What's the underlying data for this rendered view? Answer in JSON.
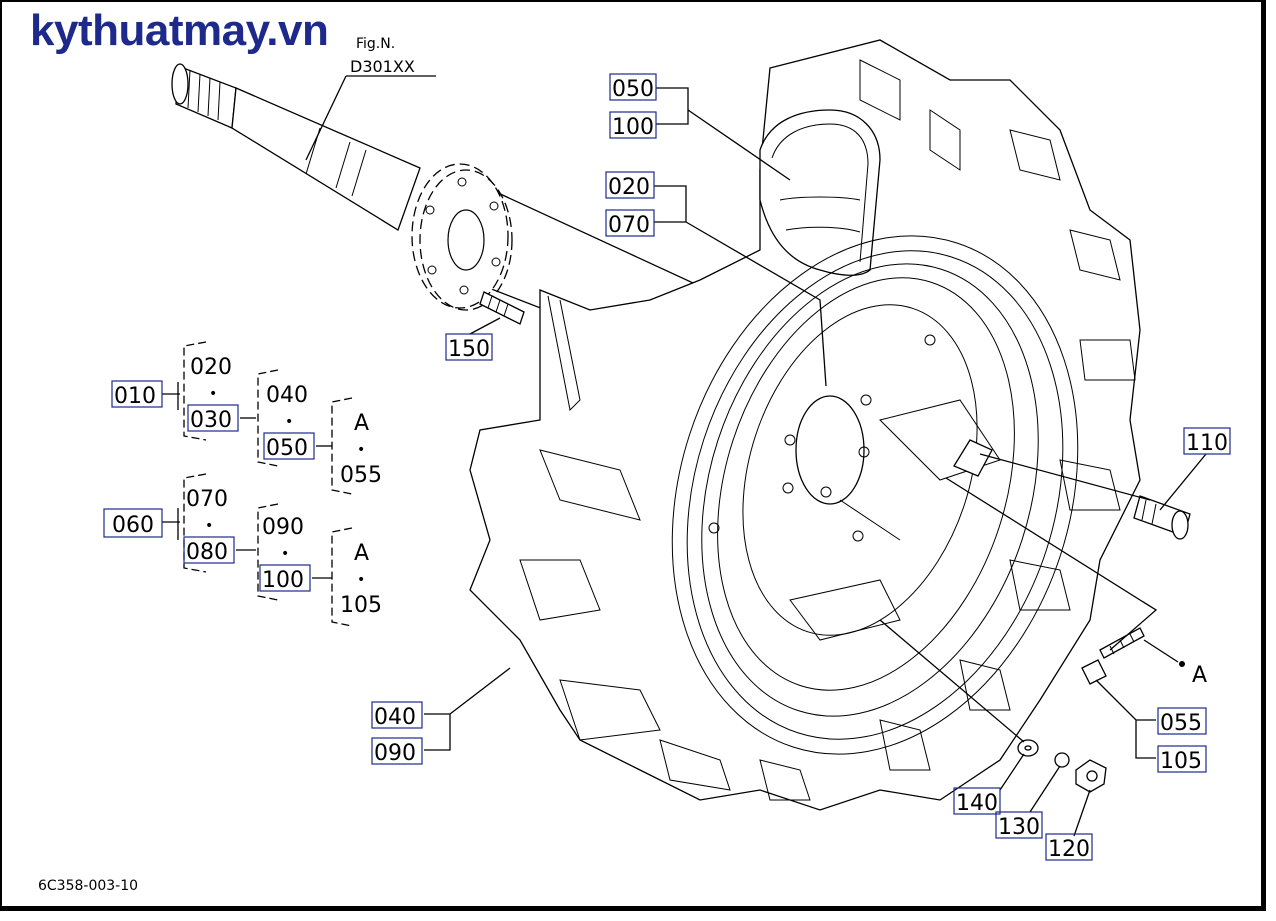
{
  "brand": "kythuatmay.vn",
  "fig_ref": {
    "line1": "Fig.N.",
    "line2": "D301XX"
  },
  "drawing_code": "6C358-003-10",
  "callouts": [
    {
      "id": "c050a",
      "text": "050",
      "boxed": true
    },
    {
      "id": "c100a",
      "text": "100",
      "boxed": true
    },
    {
      "id": "c020a",
      "text": "020",
      "boxed": true
    },
    {
      "id": "c070a",
      "text": "070",
      "boxed": true
    },
    {
      "id": "c150",
      "text": "150",
      "boxed": true
    },
    {
      "id": "c110",
      "text": "110",
      "boxed": true
    },
    {
      "id": "cA",
      "text": "A",
      "boxed": false
    },
    {
      "id": "c055a",
      "text": "055",
      "boxed": true
    },
    {
      "id": "c105a",
      "text": "105",
      "boxed": true
    },
    {
      "id": "c040a",
      "text": "040",
      "boxed": true
    },
    {
      "id": "c090a",
      "text": "090",
      "boxed": true
    },
    {
      "id": "c140",
      "text": "140",
      "boxed": true
    },
    {
      "id": "c130",
      "text": "130",
      "boxed": true
    },
    {
      "id": "c120",
      "text": "120",
      "boxed": true
    }
  ],
  "tree": {
    "g1_root": "010",
    "g1_a": "020",
    "g1_b": "030",
    "g1_c": "040",
    "g1_d": "050",
    "g1_e": "A",
    "g1_f": "055",
    "g2_root": "060",
    "g2_a": "070",
    "g2_b": "080",
    "g2_c": "090",
    "g2_d": "100",
    "g2_e": "A",
    "g2_f": "105",
    "dot": "•"
  }
}
